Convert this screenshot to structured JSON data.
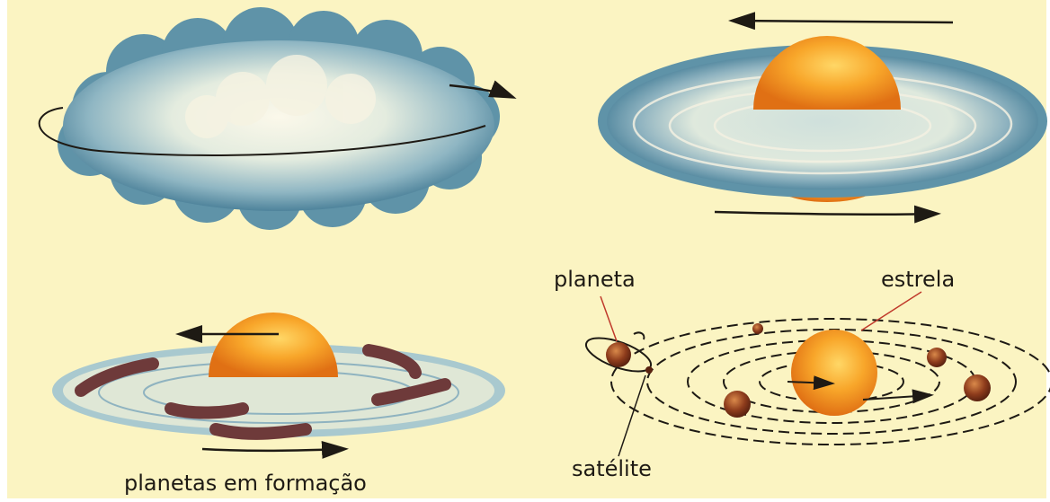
{
  "labels": {
    "planeta": "planeta",
    "estrela": "estrela",
    "satelite": "satélite",
    "caption": "planetas em formação"
  },
  "colors": {
    "background": "#fbf4c2",
    "cloud": "#5f93a8",
    "star": "#f39a1e",
    "planet": "#8a3a1c",
    "line": "#1e1a14"
  }
}
